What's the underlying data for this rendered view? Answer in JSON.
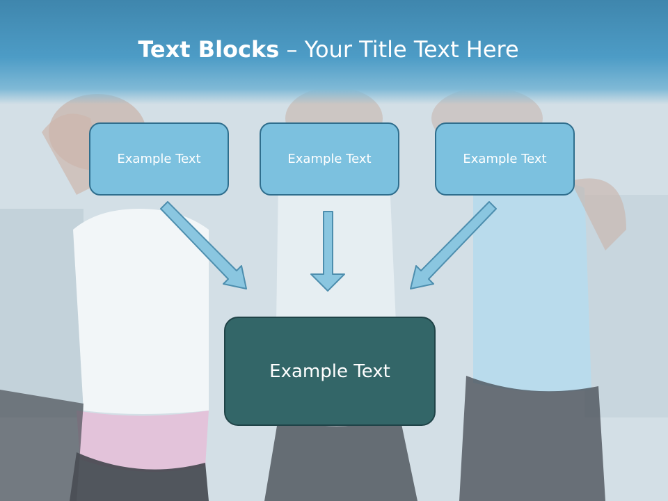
{
  "slide": {
    "title_bold": "Text Blocks",
    "title_dash": " – ",
    "title_rest": "Your Title Text Here"
  },
  "boxes": [
    {
      "label": "Example Text"
    },
    {
      "label": "Example Text"
    },
    {
      "label": "Example Text"
    }
  ],
  "main_box": {
    "label": "Example Text"
  },
  "colors": {
    "header": "#4d9cc6",
    "box_fill": "#7cc1df",
    "box_border": "#2f6e8d",
    "main_fill": "#336668",
    "arrow_fill": "#8ac6e0"
  }
}
